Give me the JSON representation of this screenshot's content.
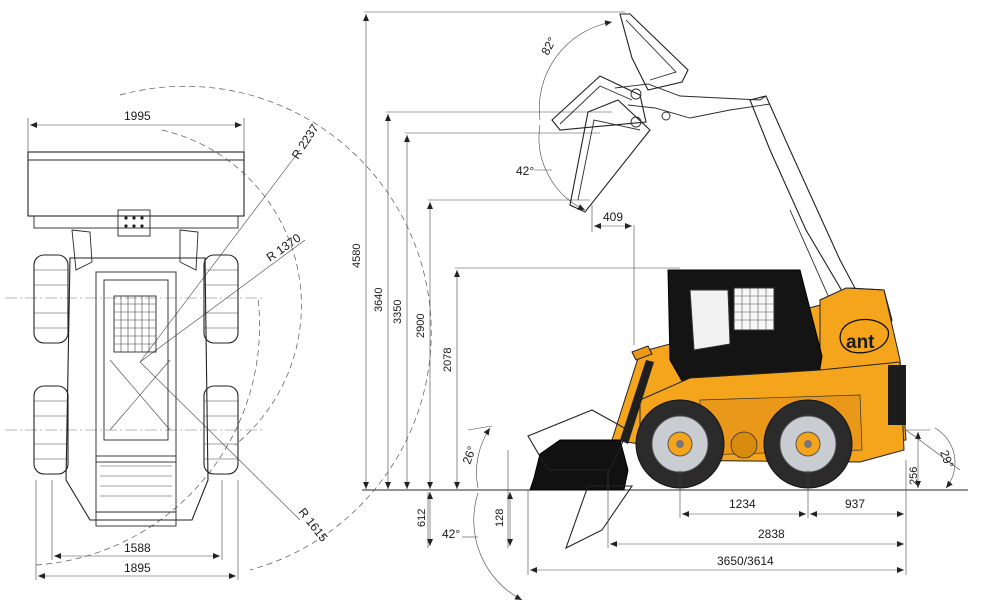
{
  "front_view": {
    "width_bucket": "1995",
    "radius_outer": "R 2237",
    "radius_inner": "R 1370",
    "radius_rear": "R 1615",
    "track_width": "1588",
    "overall_width": "1895"
  },
  "side_view": {
    "height_max": "4580",
    "height_pin": "3640",
    "height_3350": "3350",
    "height_dump": "2900",
    "height_cab": "2078",
    "dump_reach": "409",
    "angle_top": "82°",
    "angle_dump": "42°",
    "angle_rollback": "26°",
    "angle_lower": "42°",
    "angle_departure": "29°",
    "dig_depth": "612",
    "bucket_low": "128",
    "ground_clearance": "256",
    "wheelbase": "1234",
    "rear_overhang": "937",
    "length_no_bucket": "2838",
    "length_overall": "3650/3614",
    "brand_logo": "ant"
  },
  "colors": {
    "body": "#F4A51C",
    "body_dark": "#D98B0E",
    "cab": "#141414",
    "tire": "#2b2b2b",
    "rim": "#C9CCD0",
    "line": "#2a2a2a"
  }
}
